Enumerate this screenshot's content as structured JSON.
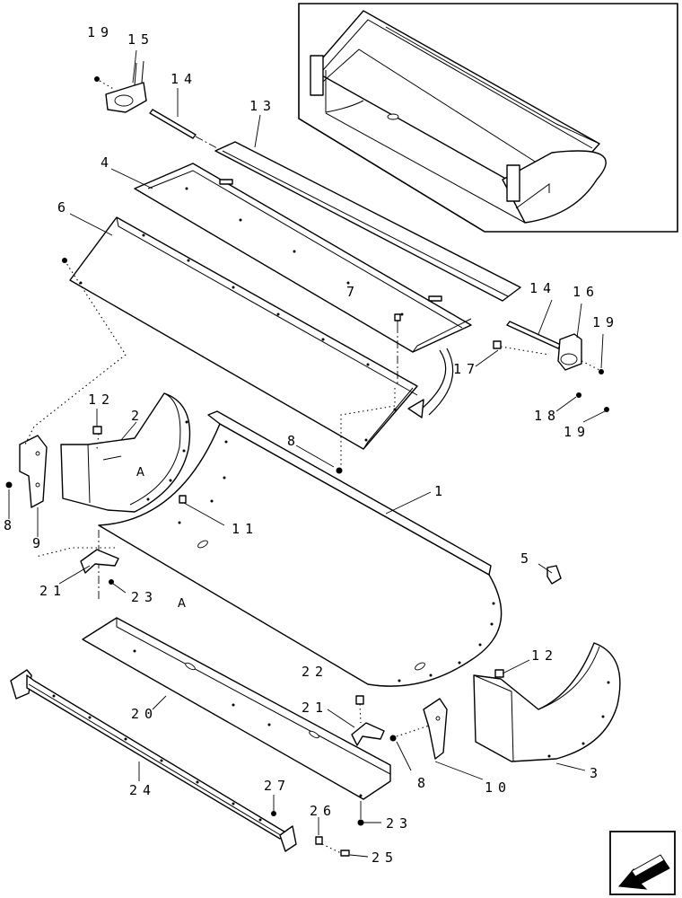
{
  "labels": {
    "p1": "1",
    "p2": "2",
    "p3": "3",
    "p4": "4",
    "p5": "5",
    "p6": "6",
    "p7": "7",
    "p8a": "8",
    "p8b": "8",
    "p8c": "8",
    "p9": "9",
    "p10": "10",
    "p11": "11",
    "p12a": "12",
    "p12b": "12",
    "p13": "13",
    "p14a": "14",
    "p14b": "14",
    "p15": "15",
    "p16": "16",
    "p17": "17",
    "p18": "18",
    "p19a": "19",
    "p19b": "19",
    "p19c": "19",
    "p20": "20",
    "p21a": "21",
    "p21b": "21",
    "p22": "22",
    "p23a": "23",
    "p23b": "23",
    "p24": "24",
    "p25": "25",
    "p26": "26",
    "p27": "27"
  },
  "section_markers": {
    "a1": "A",
    "a2": "A"
  },
  "nav": {
    "icon": "next-page-arrow-icon"
  }
}
